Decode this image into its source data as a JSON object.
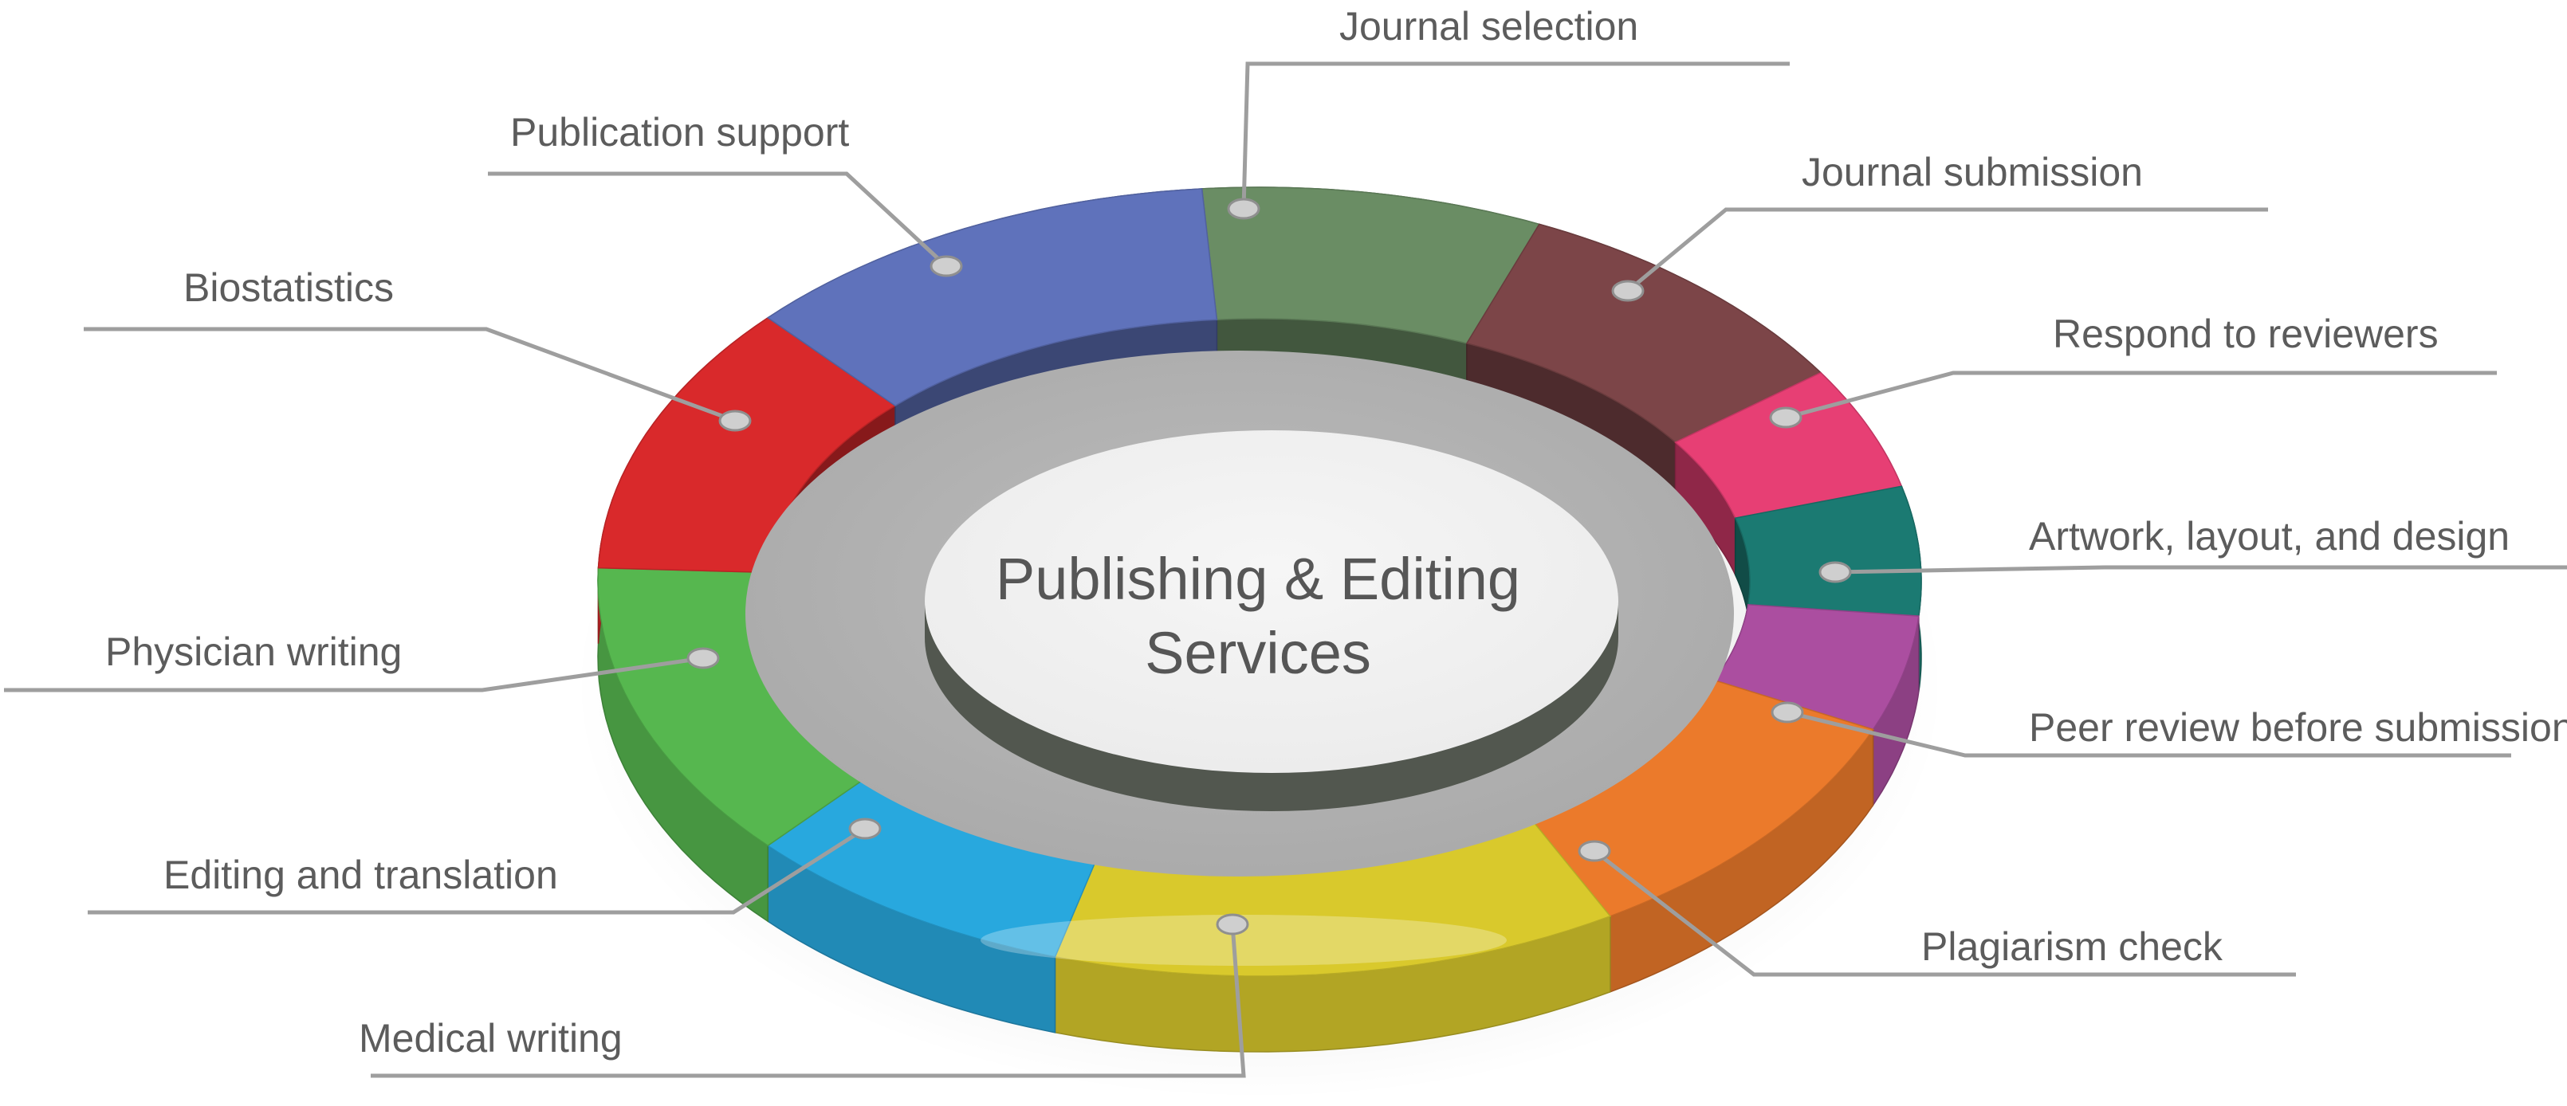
{
  "diagram": {
    "center_title": [
      "Publishing & Editing",
      "Services"
    ],
    "segments": [
      {
        "name": "Journal selection",
        "color": "#6a8d64"
      },
      {
        "name": "Journal submission",
        "color": "#7c4548"
      },
      {
        "name": "Respond to reviewers",
        "color": "#e73f74"
      },
      {
        "name": "Artwork, layout, and design",
        "color": "#1b7a72"
      },
      {
        "name": "Peer review before submission",
        "color": "#ab4ea0"
      },
      {
        "name": "Plagiarism check",
        "color": "#eb7a2b"
      },
      {
        "name": "Medical writing",
        "color": "#d9c92c"
      },
      {
        "name": "Editing and translation",
        "color": "#28a8de"
      },
      {
        "name": "Physician writing",
        "color": "#56b74f"
      },
      {
        "name": "Biostatistics",
        "color": "#d9292b"
      },
      {
        "name": "Publication support",
        "color": "#5f72bb"
      }
    ]
  }
}
